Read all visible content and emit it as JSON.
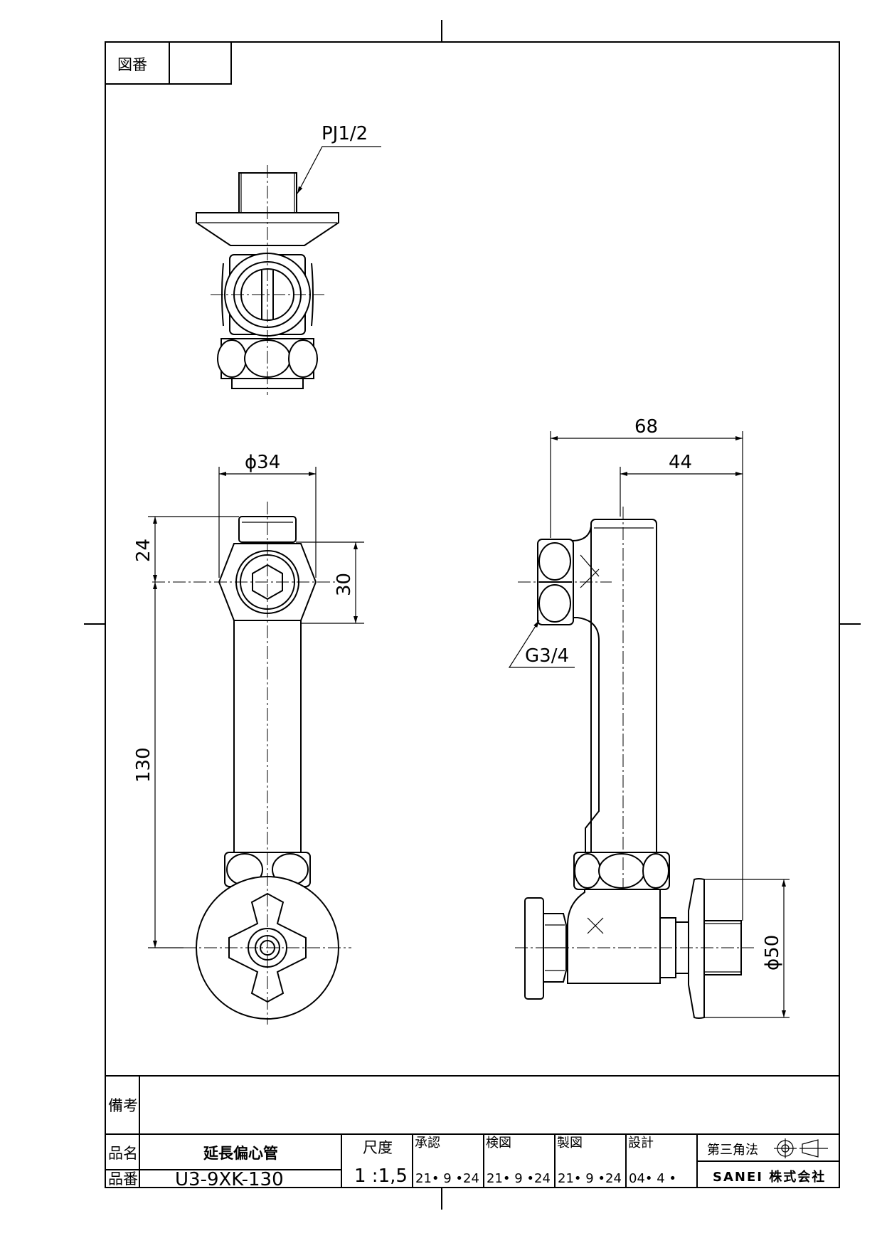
{
  "title_block": {
    "drawing_no_label": "図番",
    "drawing_no_value": "",
    "remarks_label": "備考",
    "remarks_value": "",
    "product_name_label": "品名",
    "product_name": "延長偏心管",
    "product_no_label": "品番",
    "product_no": "U3-9XK-130",
    "scale_label": "尺度",
    "scale_value": "1 :1,5",
    "approved_label": "承認",
    "approved_date": "21• 9 •24",
    "checked_label": "検図",
    "checked_date": "21• 9 •24",
    "drawn_label": "製図",
    "drawn_date": "21• 9 •24",
    "design_label": "設計",
    "design_date": "04• 4 •",
    "projection_label": "第三角法",
    "company": "SANEI 株式会社"
  },
  "annotations": {
    "pj_thread": "PJ1/2",
    "g_thread": "G3/4",
    "dia34": "ϕ34",
    "dim24": "24",
    "dim30": "30",
    "dim130": "130",
    "dim68": "68",
    "dim44": "44",
    "dia50": "ϕ50"
  }
}
